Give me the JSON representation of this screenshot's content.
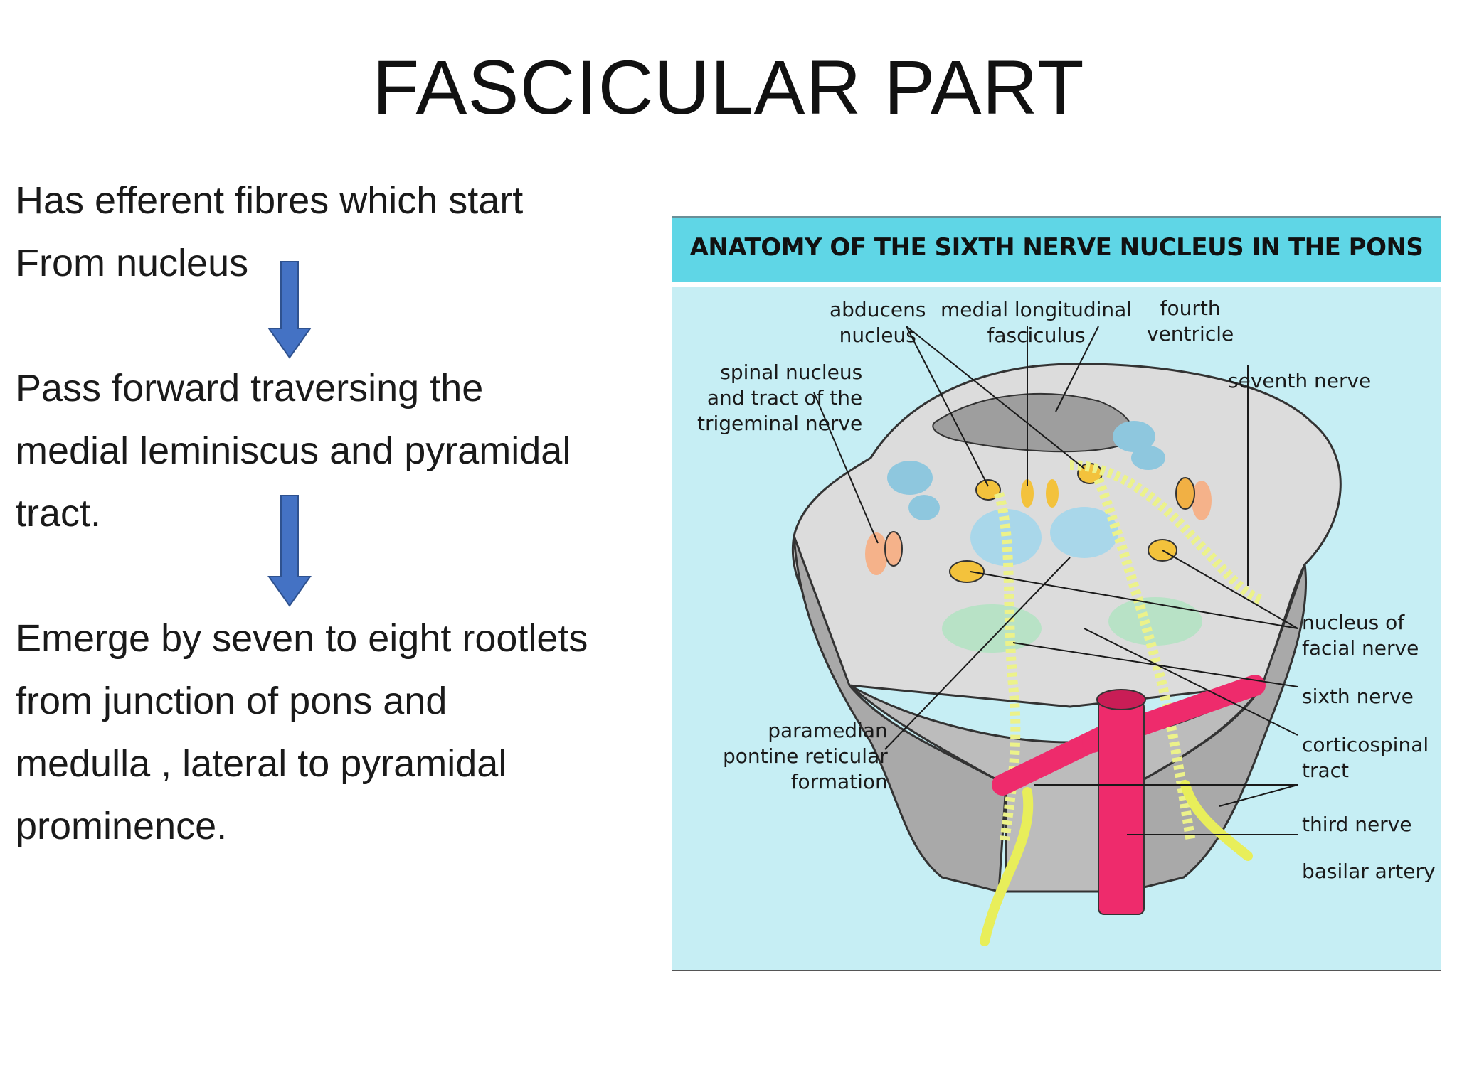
{
  "slide": {
    "title": "FASCICULAR PART",
    "paragraphs": [
      [
        "Has efferent fibres which start",
        "From nucleus"
      ],
      [
        "Pass forward traversing the",
        "medial leminiscus and pyramidal",
        "tract."
      ],
      [
        "Emerge by seven to eight rootlets",
        "from junction of pons and",
        "medulla , lateral to pyramidal",
        "prominence."
      ]
    ],
    "arrow_color": "#4472c4"
  },
  "figure": {
    "title": "ANATOMY OF THE SIXTH NERVE NUCLEUS IN THE PONS",
    "banner_color": "#5fd6e6",
    "background_color": "#c6eef4",
    "labels": {
      "abducens": [
        "abducens",
        "nucleus"
      ],
      "mlf": [
        "medial longitudinal",
        "fasciculus"
      ],
      "fourth": [
        "fourth",
        "ventricle"
      ],
      "spinal": [
        "spinal nucleus",
        "and tract of the",
        "trigeminal nerve"
      ],
      "seventh": [
        "seventh nerve"
      ],
      "facial_nucleus": [
        "nucleus of",
        "facial nerve"
      ],
      "sixth": [
        "sixth nerve"
      ],
      "corticospinal": [
        "corticospinal",
        "tract"
      ],
      "paramedian": [
        "paramedian",
        "pontine reticular",
        "formation"
      ],
      "third": [
        "third nerve"
      ],
      "basilar": [
        "basilar artery"
      ]
    }
  }
}
